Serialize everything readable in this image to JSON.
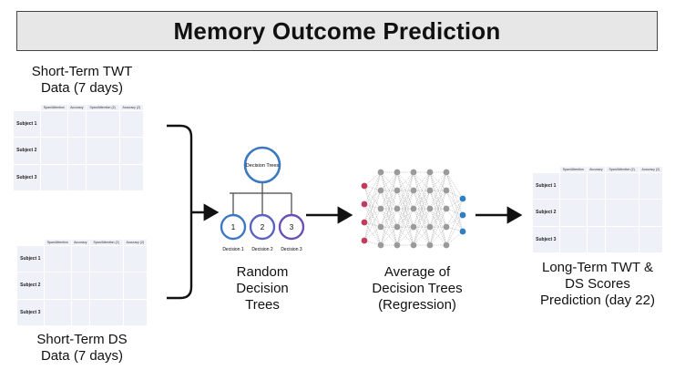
{
  "title": "Memory Outcome Prediction",
  "inputs": {
    "twt_label_line1": "Short-Term TWT",
    "twt_label_line2": "Data (7 days)",
    "ds_label_line1": "Short-Term DS",
    "ds_label_line2": "Data (7 days)"
  },
  "table": {
    "columns": [
      "Span/Attention",
      "Accuracy",
      "Span/Attention (2)",
      "Accuracy (2)"
    ],
    "rows": [
      "Subject 1",
      "Subject 2",
      "Subject 3"
    ]
  },
  "tree": {
    "root_label": "Decision Trees",
    "leaves": [
      {
        "num": "1",
        "caption": "Decision 1"
      },
      {
        "num": "2",
        "caption": "Decision 2"
      },
      {
        "num": "3",
        "caption": "Decision 3"
      }
    ],
    "label_lines": [
      "Random",
      "Decision",
      "Trees"
    ]
  },
  "average": {
    "label_lines": [
      "Average of",
      "Decision Trees",
      "(Regression)"
    ]
  },
  "output": {
    "label_lines": [
      "Long-Term TWT &",
      "DS Scores",
      "Prediction (day 22)"
    ]
  },
  "colors": {
    "title_bg": "#e7e7e8",
    "cell": "#eef1f7",
    "circle_stroke": "#3a78c2",
    "circle_accent": "#6c4fb5",
    "net_node": "#9a9a9a",
    "net_input": "#c23a5c",
    "net_output": "#2f7fc1"
  }
}
